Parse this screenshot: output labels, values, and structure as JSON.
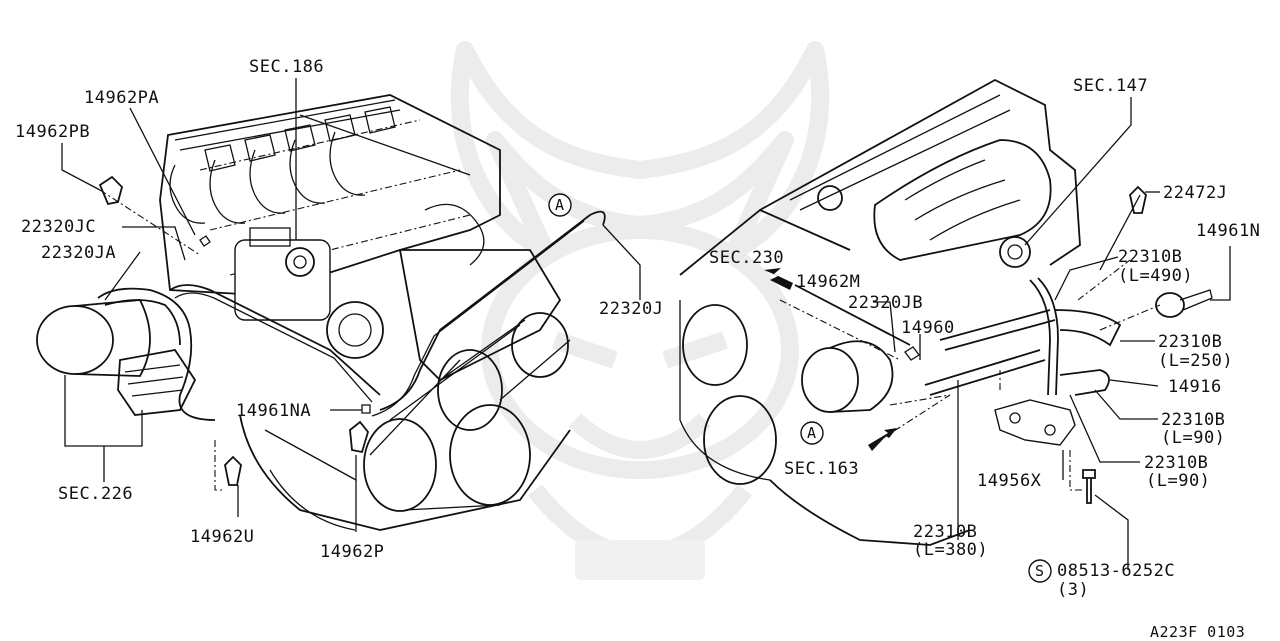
{
  "diagram": {
    "labels": {
      "sec186": "SEC.186",
      "p14962PA": "14962PA",
      "p14962PB": "14962PB",
      "p22320JC": "22320JC",
      "p22320JA": "22320JA",
      "sec226": "SEC.226",
      "p14962U": "14962U",
      "p14961NA": "14961NA",
      "p14962P": "14962P",
      "callout_a_left": "A",
      "p22320J": "22320J",
      "sec147": "SEC.147",
      "p22472J": "22472J",
      "p14961N": "14961N",
      "sec230": "SEC.230",
      "p14962M": "14962M",
      "p22320JB": "22320JB",
      "p14960": "14960",
      "p22310B_490": "22310B",
      "l490": "(L=490)",
      "p22310B_250": "22310B",
      "l250": "(L=250)",
      "p14916": "14916",
      "p22310B_90a": "22310B",
      "l90a": "(L=90)",
      "p22310B_90b": "22310B",
      "l90b": "(L=90)",
      "callout_a_right": "A",
      "sec163": "SEC.163",
      "p14956X": "14956X",
      "p22310B_380": "22310B",
      "l380": "(L=380)",
      "bolt_symbol": "S",
      "bolt_part": "08513-6252C",
      "bolt_qty": "(3)",
      "figure_code": "A223F 0103"
    }
  }
}
